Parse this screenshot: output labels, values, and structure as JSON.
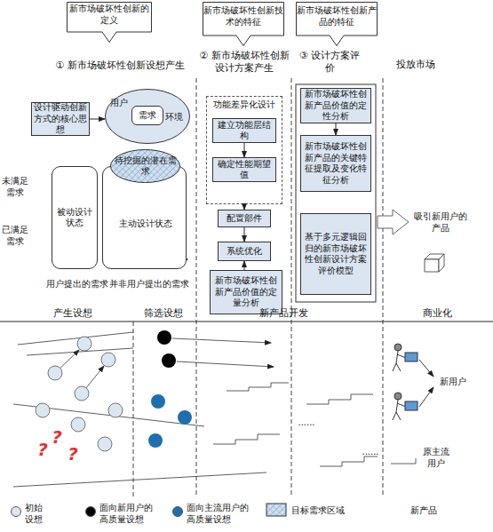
{
  "diagram": {
    "nodes": [
      {
        "text": [
          "新市场破坏性创新的定义"
        ]
      },
      {
        "text": [
          "新市场破坏性创新技术的特征"
        ]
      },
      {
        "text": [
          "新市场破坏性创新产品的特征"
        ]
      },
      {
        "text": [
          "设计驱动创新方式的核心思想"
        ]
      },
      {
        "text": [
          "用户",
          "环境"
        ]
      },
      {
        "text": [
          "需求"
        ],
        "in": 4
      },
      {
        "text": [
          "被动设计状态"
        ]
      },
      {
        "text": [
          "主动设计状态"
        ]
      },
      {
        "text": [
          "待挖掘的潜在需求"
        ],
        "in": 7
      },
      {
        "text": [
          "功能差异化设计"
        ]
      },
      {
        "text": [
          "建立功能层结构"
        ],
        "in": 9
      },
      {
        "text": [
          "确定性能期望值"
        ],
        "in": 9
      },
      {
        "text": [
          "配置部件"
        ]
      },
      {
        "text": [
          "系统优化"
        ]
      },
      {
        "text": [
          "新市场破坏性创新产品价值的定量分析"
        ]
      },
      {
        "text": [
          "新市场破坏性创新产品价值的定性分析"
        ]
      },
      {
        "text": [
          "新市场破坏性创新产品的关键特征提取及变化特征分析"
        ]
      },
      {
        "text": [
          "基于多元逻辑回归的新市场破坏性创新设计方案评价模型"
        ]
      }
    ],
    "edges": [
      {
        "from": 3,
        "to": 4,
        "arrow": "to"
      },
      {
        "from": 10,
        "to": 11,
        "arrow": "to"
      },
      {
        "from": 9,
        "to": 12,
        "arrow": "to"
      },
      {
        "from": 12,
        "to": 13,
        "arrow": "to"
      },
      {
        "from": 14,
        "to": 13,
        "arrow": "to"
      },
      {
        "from": 15,
        "to": 16,
        "arrow": "to"
      }
    ],
    "labels": [
      "① 新市场破坏性创新设想产生",
      "② 新市场破坏性创新设计方案产生",
      "③ 设计方案评价",
      "投放市场",
      "未满足需求",
      "已满足需求",
      "用户提出的需求",
      "并非用户提出的需求",
      "吸引新用户的产品",
      "产生设想",
      "筛选设想",
      "新产品开发",
      "商业化",
      "新用户",
      "原主流用户",
      "......",
      "......",
      "?",
      "?",
      "?"
    ],
    "legend": [
      {
        "text": "初始设想",
        "color": "#dce6f2"
      },
      {
        "text": "面向新用户的高质量设想",
        "color": "#000000"
      },
      {
        "text": "面向主流用户的高质量设想",
        "color": "#1f6fae"
      },
      {
        "text": "目标需求区域"
      },
      {
        "text": "新产品"
      }
    ]
  }
}
